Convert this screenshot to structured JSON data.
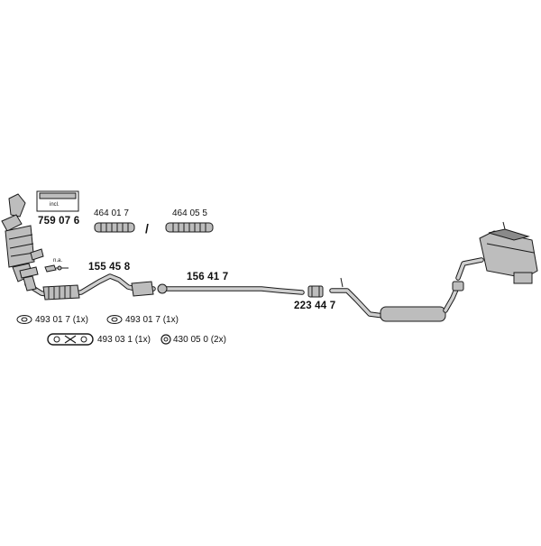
{
  "parts": {
    "catalytic_converter": "759 07 6",
    "incl_label": "incl.",
    "na_label": "n.a.",
    "flex_pipe_a": "464 01 7",
    "separator": "/",
    "flex_pipe_b": "464 05 5",
    "front_pipe": "155 45 8",
    "middle_pipe": "156 41 7",
    "clamp": "223 44 7"
  },
  "hardware": [
    {
      "code": "493 01 7 (1x)"
    },
    {
      "code": "493 01 7 (1x)"
    },
    {
      "code": "493 03 1 (1x)"
    },
    {
      "code": "430 05 0 (2x)"
    }
  ]
}
